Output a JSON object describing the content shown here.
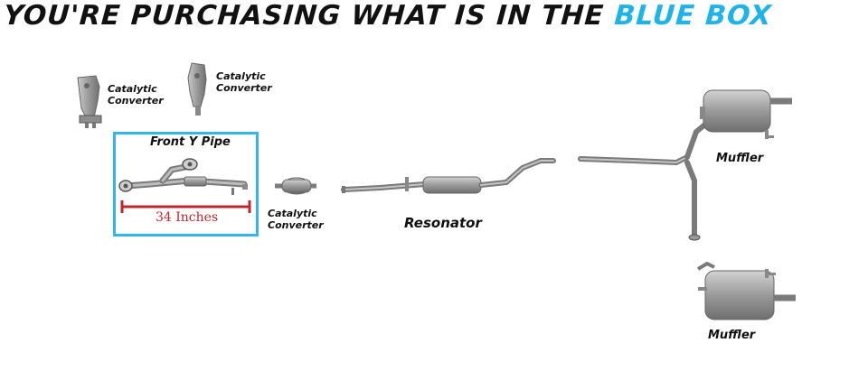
{
  "header": {
    "prefix": "YOU'RE PURCHASING WHAT IS IN THE ",
    "highlight": "BLUE BOX",
    "highlight_color": "#1eb4ea"
  },
  "labels": {
    "cat_left_1": "Catalytic",
    "cat_left_2": "Converter",
    "cat_top_1": "Catalytic",
    "cat_top_2": "Converter",
    "front_y_pipe": "Front Y Pipe",
    "measure": "34 Inches",
    "cat_mid_1": "Catalytic",
    "cat_mid_2": "Converter",
    "resonator": "Resonator",
    "muffler_top": "Muffler",
    "muffler_bottom": "Muffler"
  },
  "colors": {
    "box_border": "#33b6e6",
    "measure_line": "#c0272d",
    "pipe": "#8a8a8a"
  }
}
